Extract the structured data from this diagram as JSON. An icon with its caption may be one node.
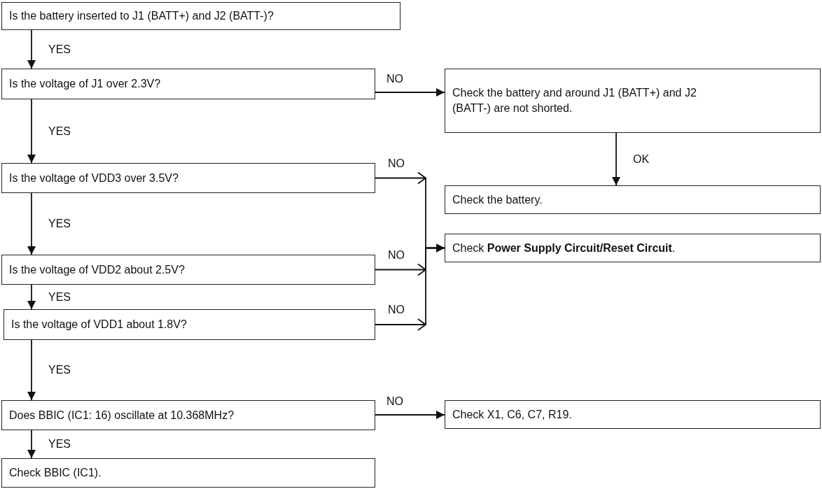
{
  "diagram": {
    "nodes": [
      {
        "text": [
          "Is the battery inserted to J1 (BATT+) and J2 (BATT-)?"
        ]
      },
      {
        "text": [
          "Is the voltage of J1 over 2.3V?"
        ]
      },
      {
        "text": [
          "Check the battery and around J1 (BATT+) and J2 (BATT-) are not shorted."
        ]
      },
      {
        "text": [
          "Is the voltage of VDD3 over 3.5V?"
        ]
      },
      {
        "text": [
          "Check the battery."
        ]
      },
      {
        "text": [
          "Is the voltage of VDD2 about 2.5V?"
        ]
      },
      {
        "text": [
          "Check **Power Supply Circuit/Reset Circuit**."
        ]
      },
      {
        "text": [
          "Is the voltage of VDD1 about 1.8V?"
        ]
      },
      {
        "text": [
          "Does BBIC (IC1: 16) oscillate at 10.368MHz?"
        ]
      },
      {
        "text": [
          "Check X1, C6, C7, R19."
        ]
      },
      {
        "text": [
          "Check BBIC (IC1)."
        ]
      }
    ],
    "edges": [
      {
        "from": 0,
        "to": 1,
        "arrow": "to",
        "label": "YES"
      },
      {
        "from": 1,
        "to": 2,
        "arrow": "to",
        "label": "NO"
      },
      {
        "from": 2,
        "to": 4,
        "arrow": "to",
        "label": "OK"
      },
      {
        "from": 1,
        "to": 3,
        "arrow": "to",
        "label": "YES"
      },
      {
        "from": 3,
        "to": 6,
        "arrow": "to",
        "label": "NO"
      },
      {
        "from": 3,
        "to": 5,
        "arrow": "to",
        "label": "YES"
      },
      {
        "from": 5,
        "to": 6,
        "arrow": "to",
        "label": "NO"
      },
      {
        "from": 5,
        "to": 7,
        "arrow": "to",
        "label": "YES"
      },
      {
        "from": 7,
        "to": 6,
        "arrow": "to",
        "label": "NO"
      },
      {
        "from": 7,
        "to": 8,
        "arrow": "to",
        "label": "YES"
      },
      {
        "from": 8,
        "to": 9,
        "arrow": "to",
        "label": "NO"
      },
      {
        "from": 8,
        "to": 10,
        "arrow": "to",
        "label": "YES"
      }
    ]
  }
}
